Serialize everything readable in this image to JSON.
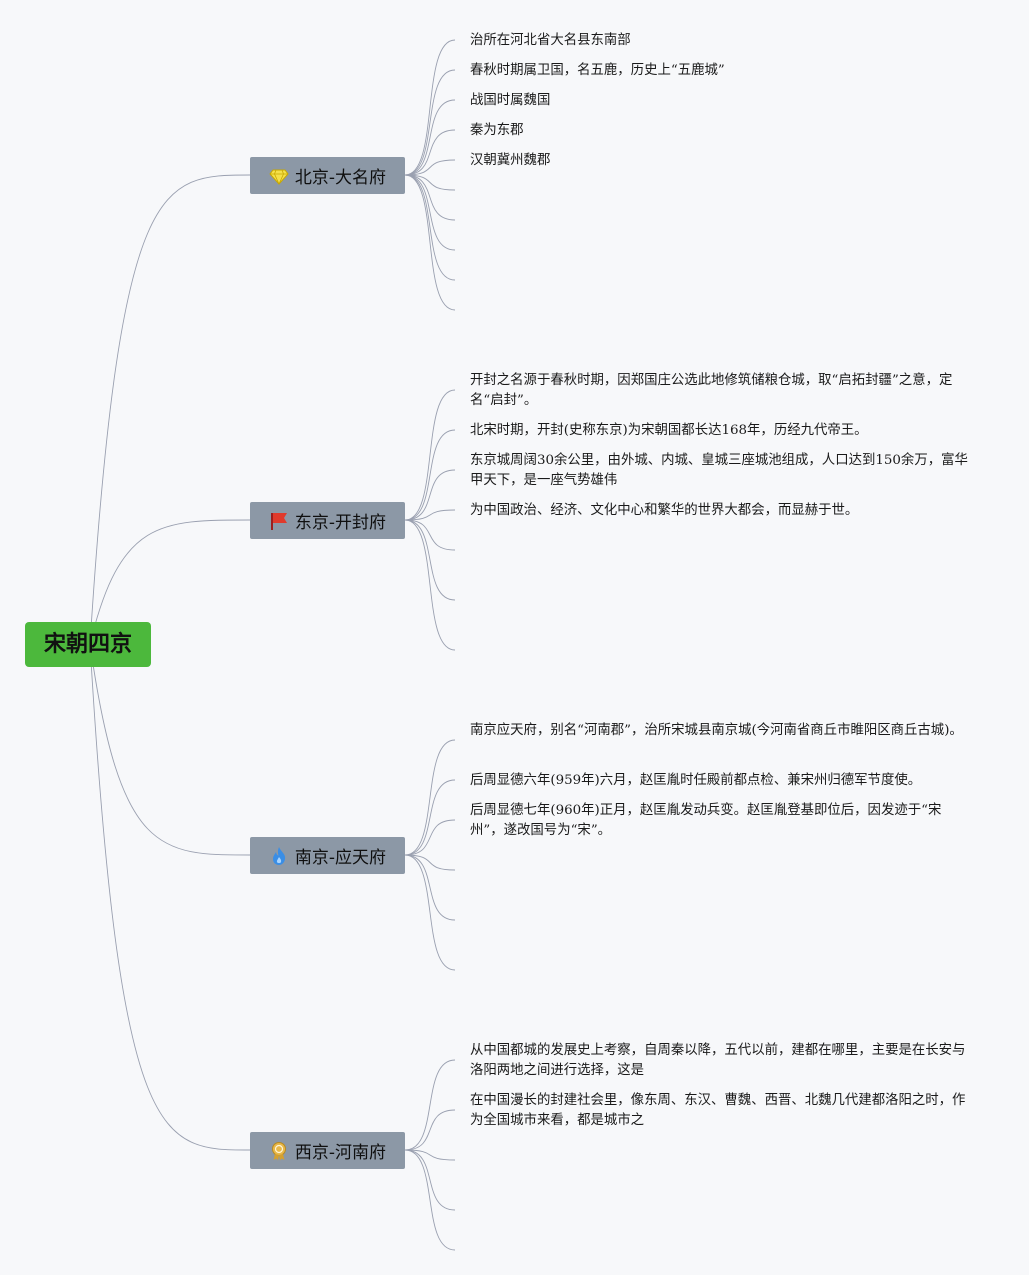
{
  "root": {
    "label": "宋朝四京"
  },
  "branches": [
    {
      "label": "北京-大名府",
      "icon": "gem-icon",
      "leaves": [
        "治所在河北省大名县东南部",
        "春秋时期属卫国，名五鹿，历史上“五鹿城”",
        "战国时属魏国",
        "秦为东郡",
        "汉朝冀州魏郡"
      ]
    },
    {
      "label": "东京-开封府",
      "icon": "red-flag-icon",
      "leaves": [
        "开封之名源于春秋时期，因郑国庄公选此地修筑储粮仓城，取“启拓封疆”之意，定名“启封”。",
        "北宋时期，开封(史称东京)为宋朝国都长达168年，历经九代帝王。",
        "东京城周阔30余公里，由外城、内城、皇城三座城池组成，人口达到150余万，富华甲天下，是一座气势雄伟",
        "为中国政治、经济、文化中心和繁华的世界大都会，而显赫于世。"
      ]
    },
    {
      "label": "南京-应天府",
      "icon": "blue-flame-icon",
      "leaves": [
        "南京应天府，别名“河南郡”，治所宋城县南京城(今河南省商丘市睢阳区商丘古城)。",
        "后周显德六年(959年)六月，赵匡胤时任殿前都点检、兼宋州归德军节度使。",
        "后周显德七年(960年)正月，赵匡胤发动兵变。赵匡胤登基即位后，因发迹于“宋州”，遂改国号为“宋”。"
      ]
    },
    {
      "label": "西京-河南府",
      "icon": "award-medal-icon",
      "leaves": [
        "从中国都城的发展史上考察，自周秦以降，五代以前，建都在哪里，主要是在长安与洛阳两地之间进行选择，这是",
        "在中国漫长的封建社会里，像东周、东汉、曹魏、西晋、北魏几代建都洛阳之时，作为全国城市来看，都是城市之"
      ]
    }
  ],
  "colors": {
    "root_bg": "#4cb83c",
    "branch_bg": "#8c98a6",
    "connector": "#9aa0b0",
    "background": "#f7f8fa"
  }
}
